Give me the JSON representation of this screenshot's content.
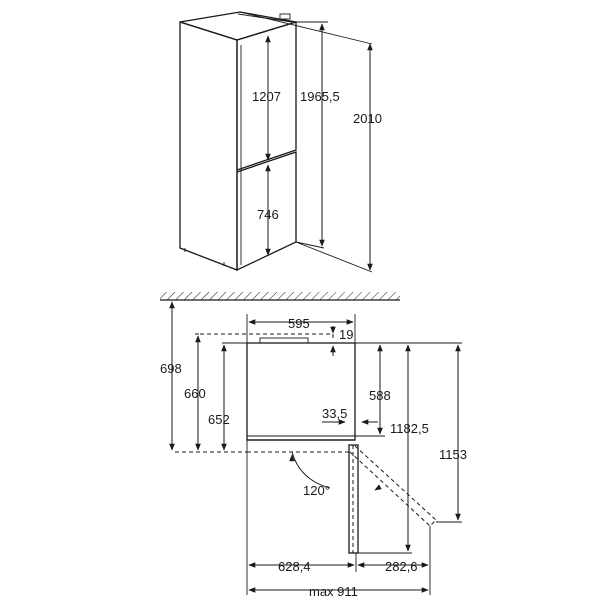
{
  "top_view": {
    "dim_door_upper": "1207",
    "dim_door_lower": "746",
    "dim_body_height": "1965,5",
    "dim_total_height": "2010"
  },
  "plan_view": {
    "dim_width": "595",
    "dim_gap_top": "19",
    "dim_depth_total": "698",
    "dim_depth_660": "660",
    "dim_depth_652": "652",
    "dim_588": "588",
    "dim_door_offset": "33,5",
    "dim_1182": "1182,5",
    "dim_1153": "1153",
    "dim_angle": "120°",
    "dim_628": "628,4",
    "dim_282": "282,6",
    "dim_max": "max 911"
  },
  "colors": {
    "line": "#1a1a1a",
    "background": "#ffffff"
  }
}
